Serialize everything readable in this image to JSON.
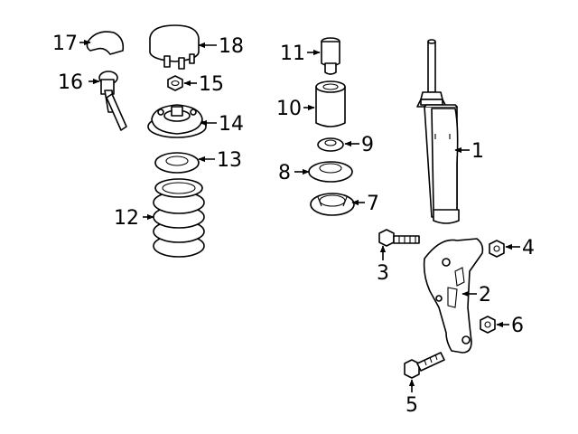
{
  "labels": {
    "p1": "1",
    "p2": "2",
    "p3": "3",
    "p4": "4",
    "p5": "5",
    "p6": "6",
    "p7": "7",
    "p8": "8",
    "p9": "9",
    "p10": "10",
    "p11": "11",
    "p12": "12",
    "p13": "13",
    "p14": "14",
    "p15": "15",
    "p16": "16",
    "p17": "17",
    "p18": "18"
  }
}
